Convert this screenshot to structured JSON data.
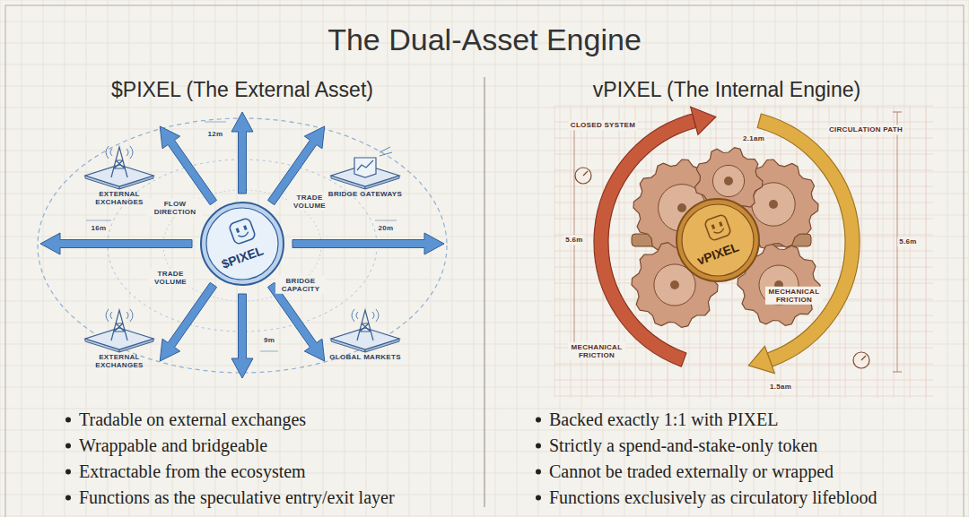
{
  "diagram": {
    "title": "The Dual-Asset Engine",
    "nodes": [
      {
        "text": [
          "EXTERNAL EXCHANGES"
        ]
      },
      {
        "text": [
          "BRIDGE GATEWAYS"
        ]
      },
      {
        "text": [
          "$PIXEL"
        ]
      },
      {
        "text": [
          "EXTERNAL EXCHANGES"
        ]
      },
      {
        "text": [
          "GLOBAL MARKETS"
        ]
      },
      {
        "text": [
          "vPIXEL"
        ]
      }
    ],
    "labels": [
      "$PIXEL (The External Asset)",
      "vPIXEL (The Internal Engine)",
      "Tradable on external exchanges",
      "Wrappable and bridgeable",
      "Extractable from the ecosystem",
      "Functions as the speculative entry/exit layer",
      "Backed exactly 1:1 with PIXEL",
      "Strictly a spend-and-stake-only token",
      "Cannot be traded externally or wrapped",
      "Functions exclusively as circulatory lifeblood",
      "FLOW DIRECTION",
      "TRADE VOLUME",
      "TRADE VOLUME",
      "BRIDGE CAPACITY",
      "12m",
      "16m",
      "9m",
      "20m",
      "CLOSED SYSTEM",
      "CIRCULATION PATH",
      "MECHANICAL FRICTION",
      "MECHANICAL FRICTION",
      "2.1am",
      "5.6m",
      "5.6m",
      "1.5am"
    ]
  }
}
